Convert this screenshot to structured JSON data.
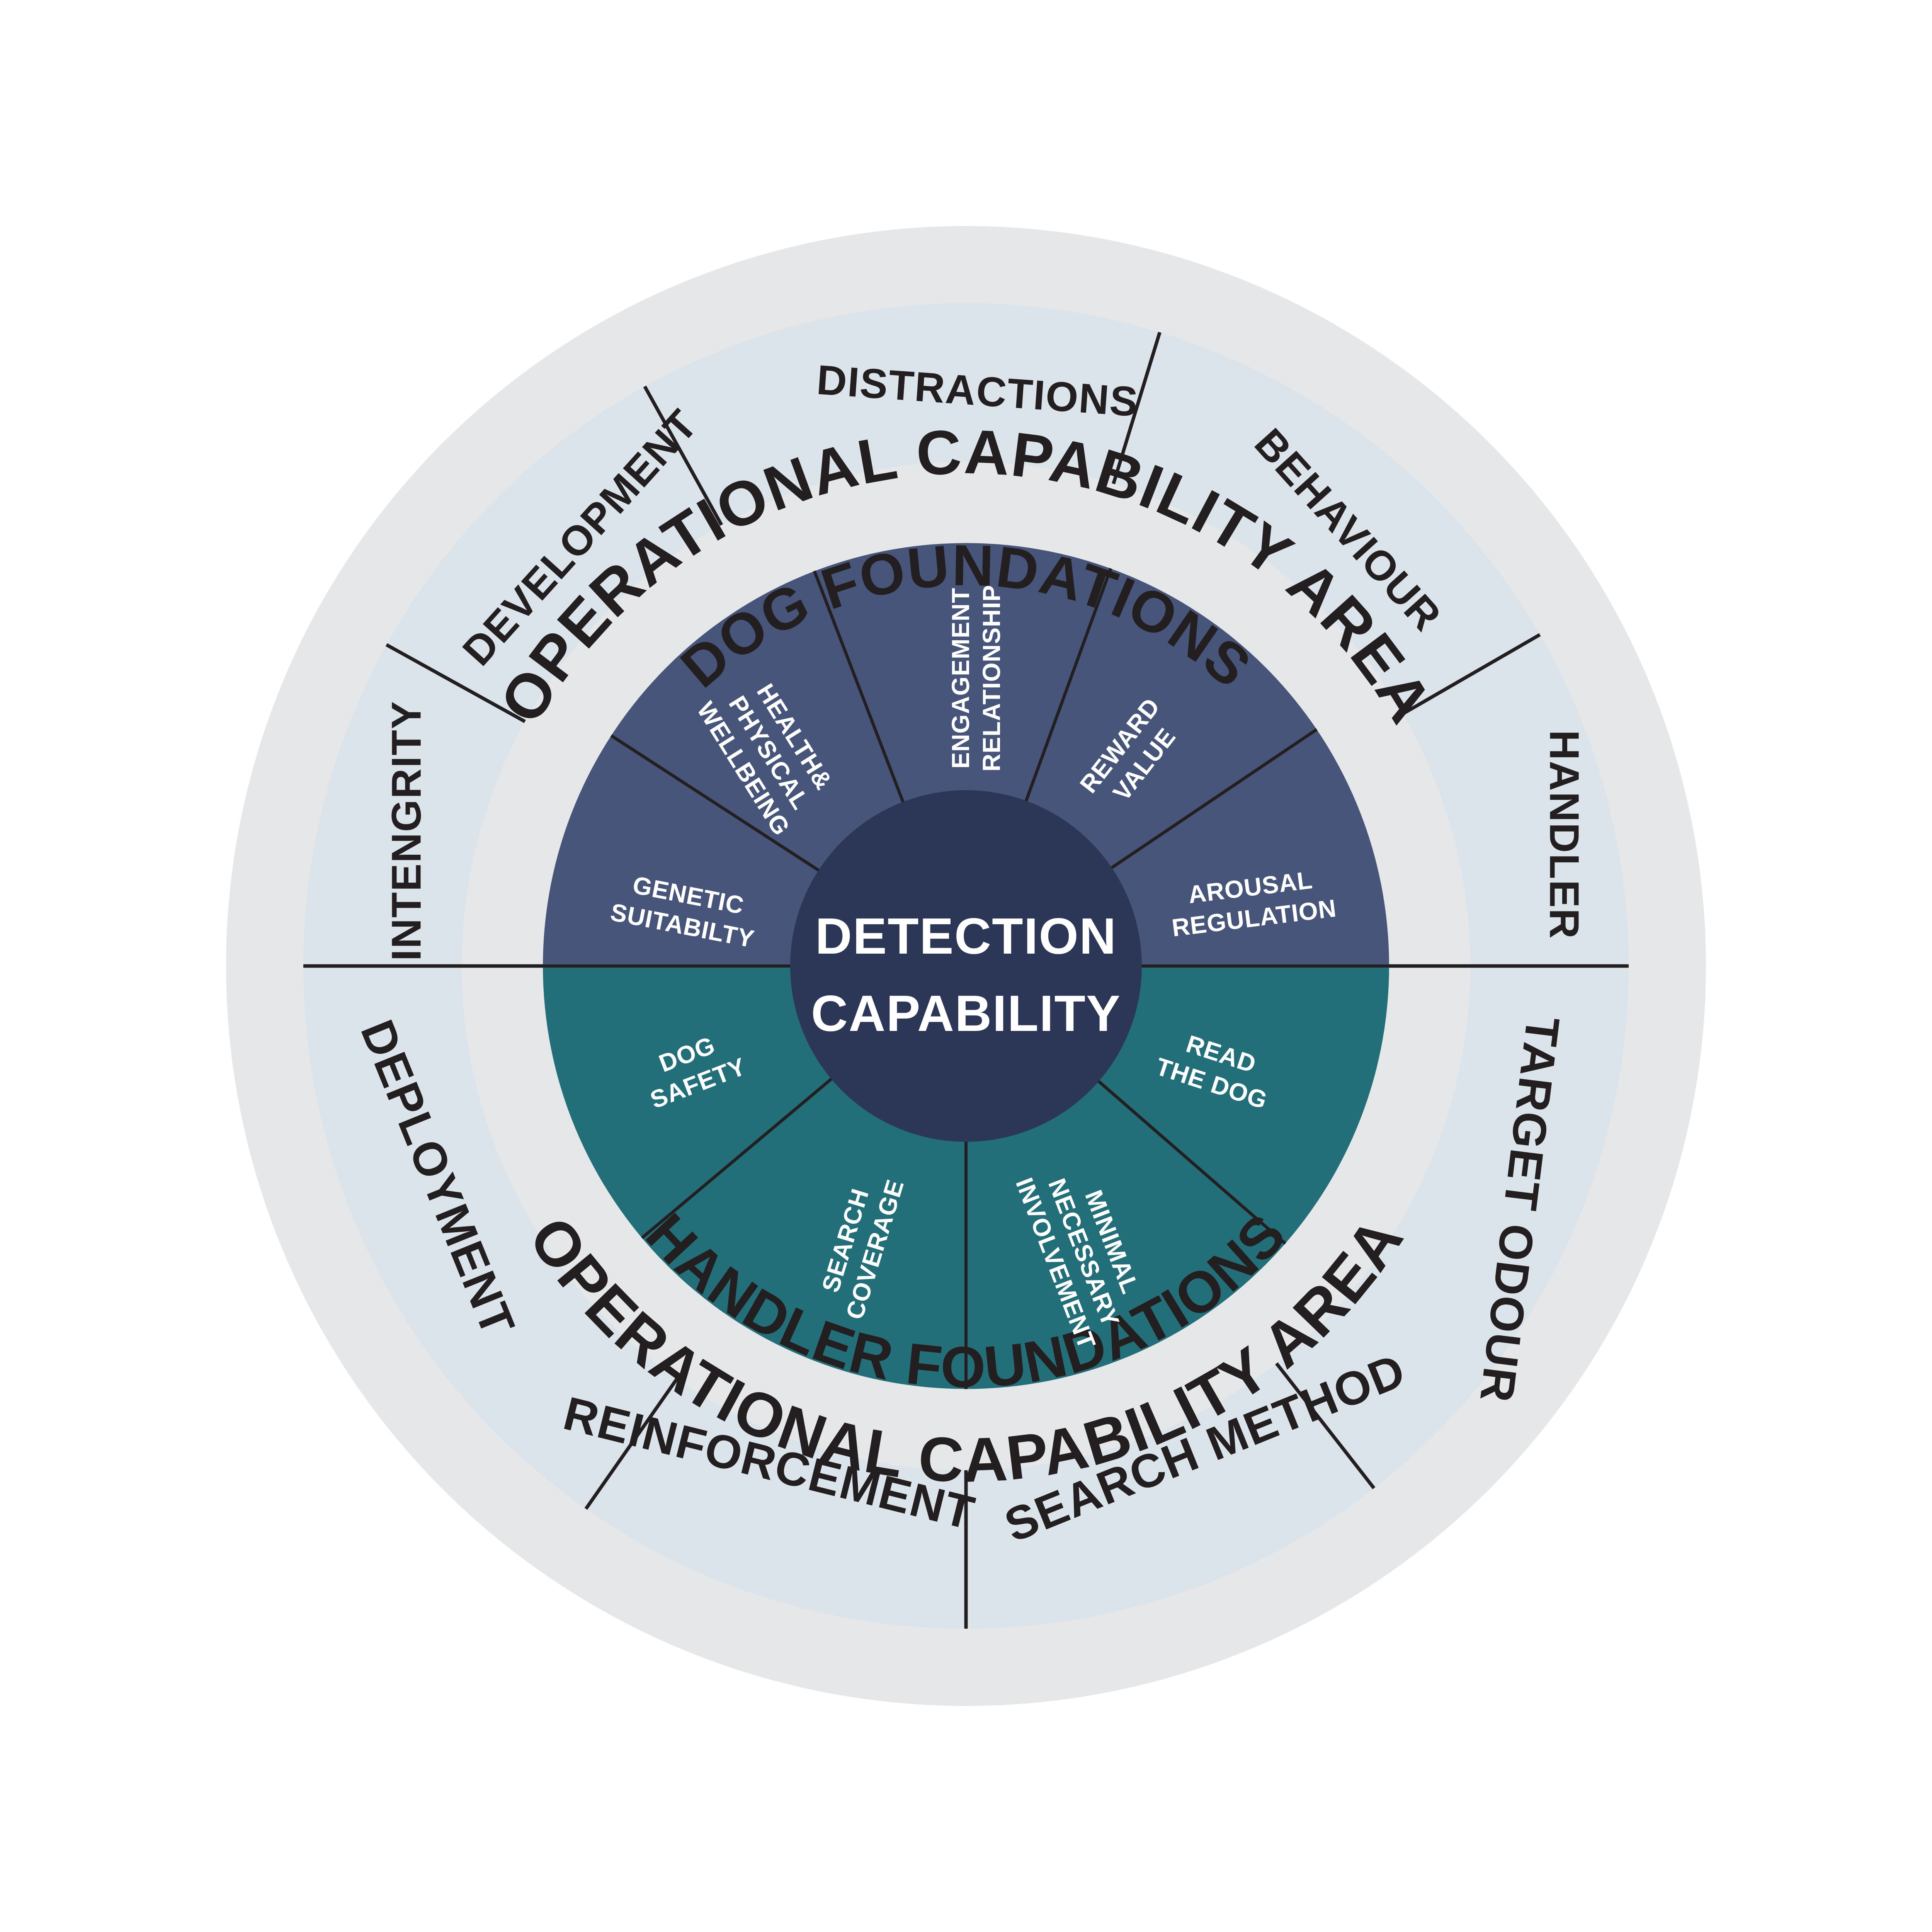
{
  "colors": {
    "background": "#ffffff",
    "outer_ring": "#e6e7e8",
    "band_ring": "#b9c9d4",
    "gap_ring": "#e6e7e8",
    "dog_foundations": "#47557a",
    "handler_foundations": "#226f79",
    "center": "#2c3657",
    "lines": "#231f20"
  },
  "outer": {
    "title_top": "OPERATIONAL CAPABILITY AREA",
    "title_bottom": "OPERATIONAL CAPABILITY AREA"
  },
  "operational_areas": [
    {
      "id": "development",
      "label": "DEVELOPMENT"
    },
    {
      "id": "distractions",
      "label": "DISTRACTIONS"
    },
    {
      "id": "behaviour",
      "label": "BEHAVIOUR"
    },
    {
      "id": "handler",
      "label": "HANDLER"
    },
    {
      "id": "intengrity",
      "label": "INTENGRITY"
    },
    {
      "id": "deployment",
      "label": "DEPLOYMENT"
    },
    {
      "id": "target-odour",
      "label": "TARGET ODOUR"
    },
    {
      "id": "reinforcement",
      "label": "REINFORCEMENT"
    },
    {
      "id": "search-method",
      "label": "SEARCH METHOD"
    }
  ],
  "dog_foundations": {
    "title": "DOG FOUNDATIONS",
    "segments": [
      {
        "id": "genetic-suitability",
        "lines": [
          "GENETIC",
          "SUITABILTY"
        ]
      },
      {
        "id": "health-wellbeing",
        "lines": [
          "HEALTH&",
          "PHYSICAL",
          "WELLBEING"
        ]
      },
      {
        "id": "engagement-relationship",
        "lines": [
          "ENGAGEMENT",
          "RELATIONSHIP"
        ]
      },
      {
        "id": "reward-value",
        "lines": [
          "REWARD",
          "VALUE"
        ]
      },
      {
        "id": "arousal-regulation",
        "lines": [
          "AROUSAL",
          "REGULATION"
        ]
      }
    ]
  },
  "handler_foundations": {
    "title": "HANDLER FOUNDATIONS",
    "segments": [
      {
        "id": "dog-safety",
        "lines": [
          "DOG",
          "SAFETY"
        ]
      },
      {
        "id": "search-coverage",
        "lines": [
          "SEARCH",
          "COVERAGE"
        ]
      },
      {
        "id": "minimal-involvement",
        "lines": [
          "MINIMAL",
          "NECESSARY",
          "INVOLVEMENT"
        ]
      },
      {
        "id": "read-the-dog",
        "lines": [
          "READ",
          "THE DOG"
        ]
      }
    ]
  },
  "center": {
    "line1": "DETECTION",
    "line2": "CAPABILITY"
  }
}
